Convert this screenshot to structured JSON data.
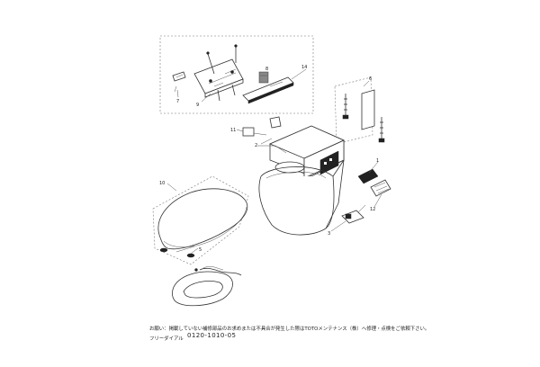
{
  "callouts": {
    "c1": "1",
    "c2": "2",
    "c3": "3",
    "c5": "5",
    "c6": "6",
    "c7": "7",
    "c8": "8",
    "c9": "9",
    "c10": "10",
    "c11": "11",
    "c12": "12",
    "c14": "14"
  },
  "footer": {
    "note": "お願い：掲載していない補修部品のお求めまたは不具合が発生した際はTOTOメンテナンス（株）へ修理・点検をご依頼下さい。",
    "label": "フリーダイアル",
    "phone": "0120-1010-05"
  }
}
